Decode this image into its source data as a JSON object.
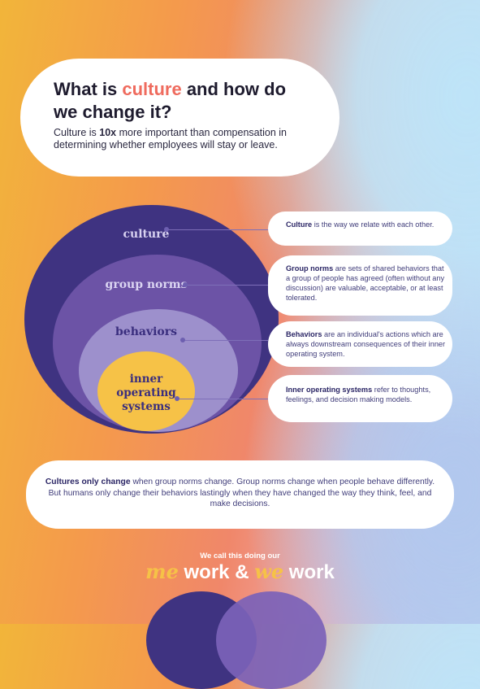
{
  "header": {
    "title_pre": "What is ",
    "title_highlight": "culture",
    "title_post": " and how do we change it?",
    "subtitle_pre": "Culture is ",
    "subtitle_bold": "10x",
    "subtitle_post": " more important than compensation in determining whether employees will stay or leave."
  },
  "circles": {
    "culture": "culture",
    "group_norms": "group norms",
    "behaviors": "behaviors",
    "inner_line1": "inner",
    "inner_line2": "operating",
    "inner_line3": "systems"
  },
  "definitions": [
    {
      "term": "Culture",
      "text": " is the way we relate with each other."
    },
    {
      "term": "Group norms",
      "text": " are sets of shared behaviors that a group of people has agreed (often without any discussion) are valuable, acceptable, or at least tolerated."
    },
    {
      "term": "Behaviors",
      "text": " are an individual's actions which are always downstream consequences of their inner operating system."
    },
    {
      "term": "Inner operating systems",
      "text": " refer to thoughts, feelings, and decision making models."
    }
  ],
  "summary": {
    "bold": "Cultures only change",
    "text": " when group norms change. Group norms change when people behave differently. But humans only change their behaviors lastingly when they have changed the way they think, feel, and make decisions."
  },
  "footer": {
    "call": "We call this doing our",
    "me": "me",
    "work1": " work & ",
    "we": "we",
    "work2": " work"
  },
  "colors": {
    "accent_coral": "#ef6b5e",
    "deep_purple": "#3f3381",
    "mid_purple": "#6c53a6",
    "light_purple": "#9d90cc",
    "yellow": "#f6c247"
  }
}
